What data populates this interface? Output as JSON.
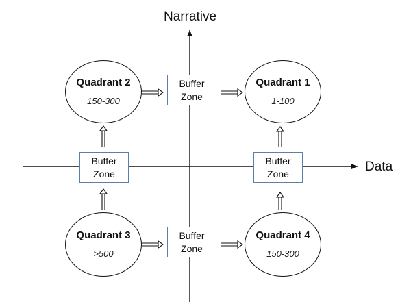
{
  "axes": {
    "vertical_label": "Narrative",
    "horizontal_label": "Data"
  },
  "quadrants": [
    {
      "name": "Quadrant 2",
      "range": "150-300"
    },
    {
      "name": "Quadrant 1",
      "range": "1-100"
    },
    {
      "name": "Quadrant 3",
      "range": ">500"
    },
    {
      "name": "Quadrant 4",
      "range": "150-300"
    }
  ],
  "buffer_zones": [
    {
      "line1": "Buffer",
      "line2": "Zone"
    },
    {
      "line1": "Buffer",
      "line2": "Zone"
    },
    {
      "line1": "Buffer",
      "line2": "Zone"
    },
    {
      "line1": "Buffer",
      "line2": "Zone"
    }
  ],
  "colors": {
    "line": "#111111",
    "buffer_border": "#5b7fa6"
  }
}
